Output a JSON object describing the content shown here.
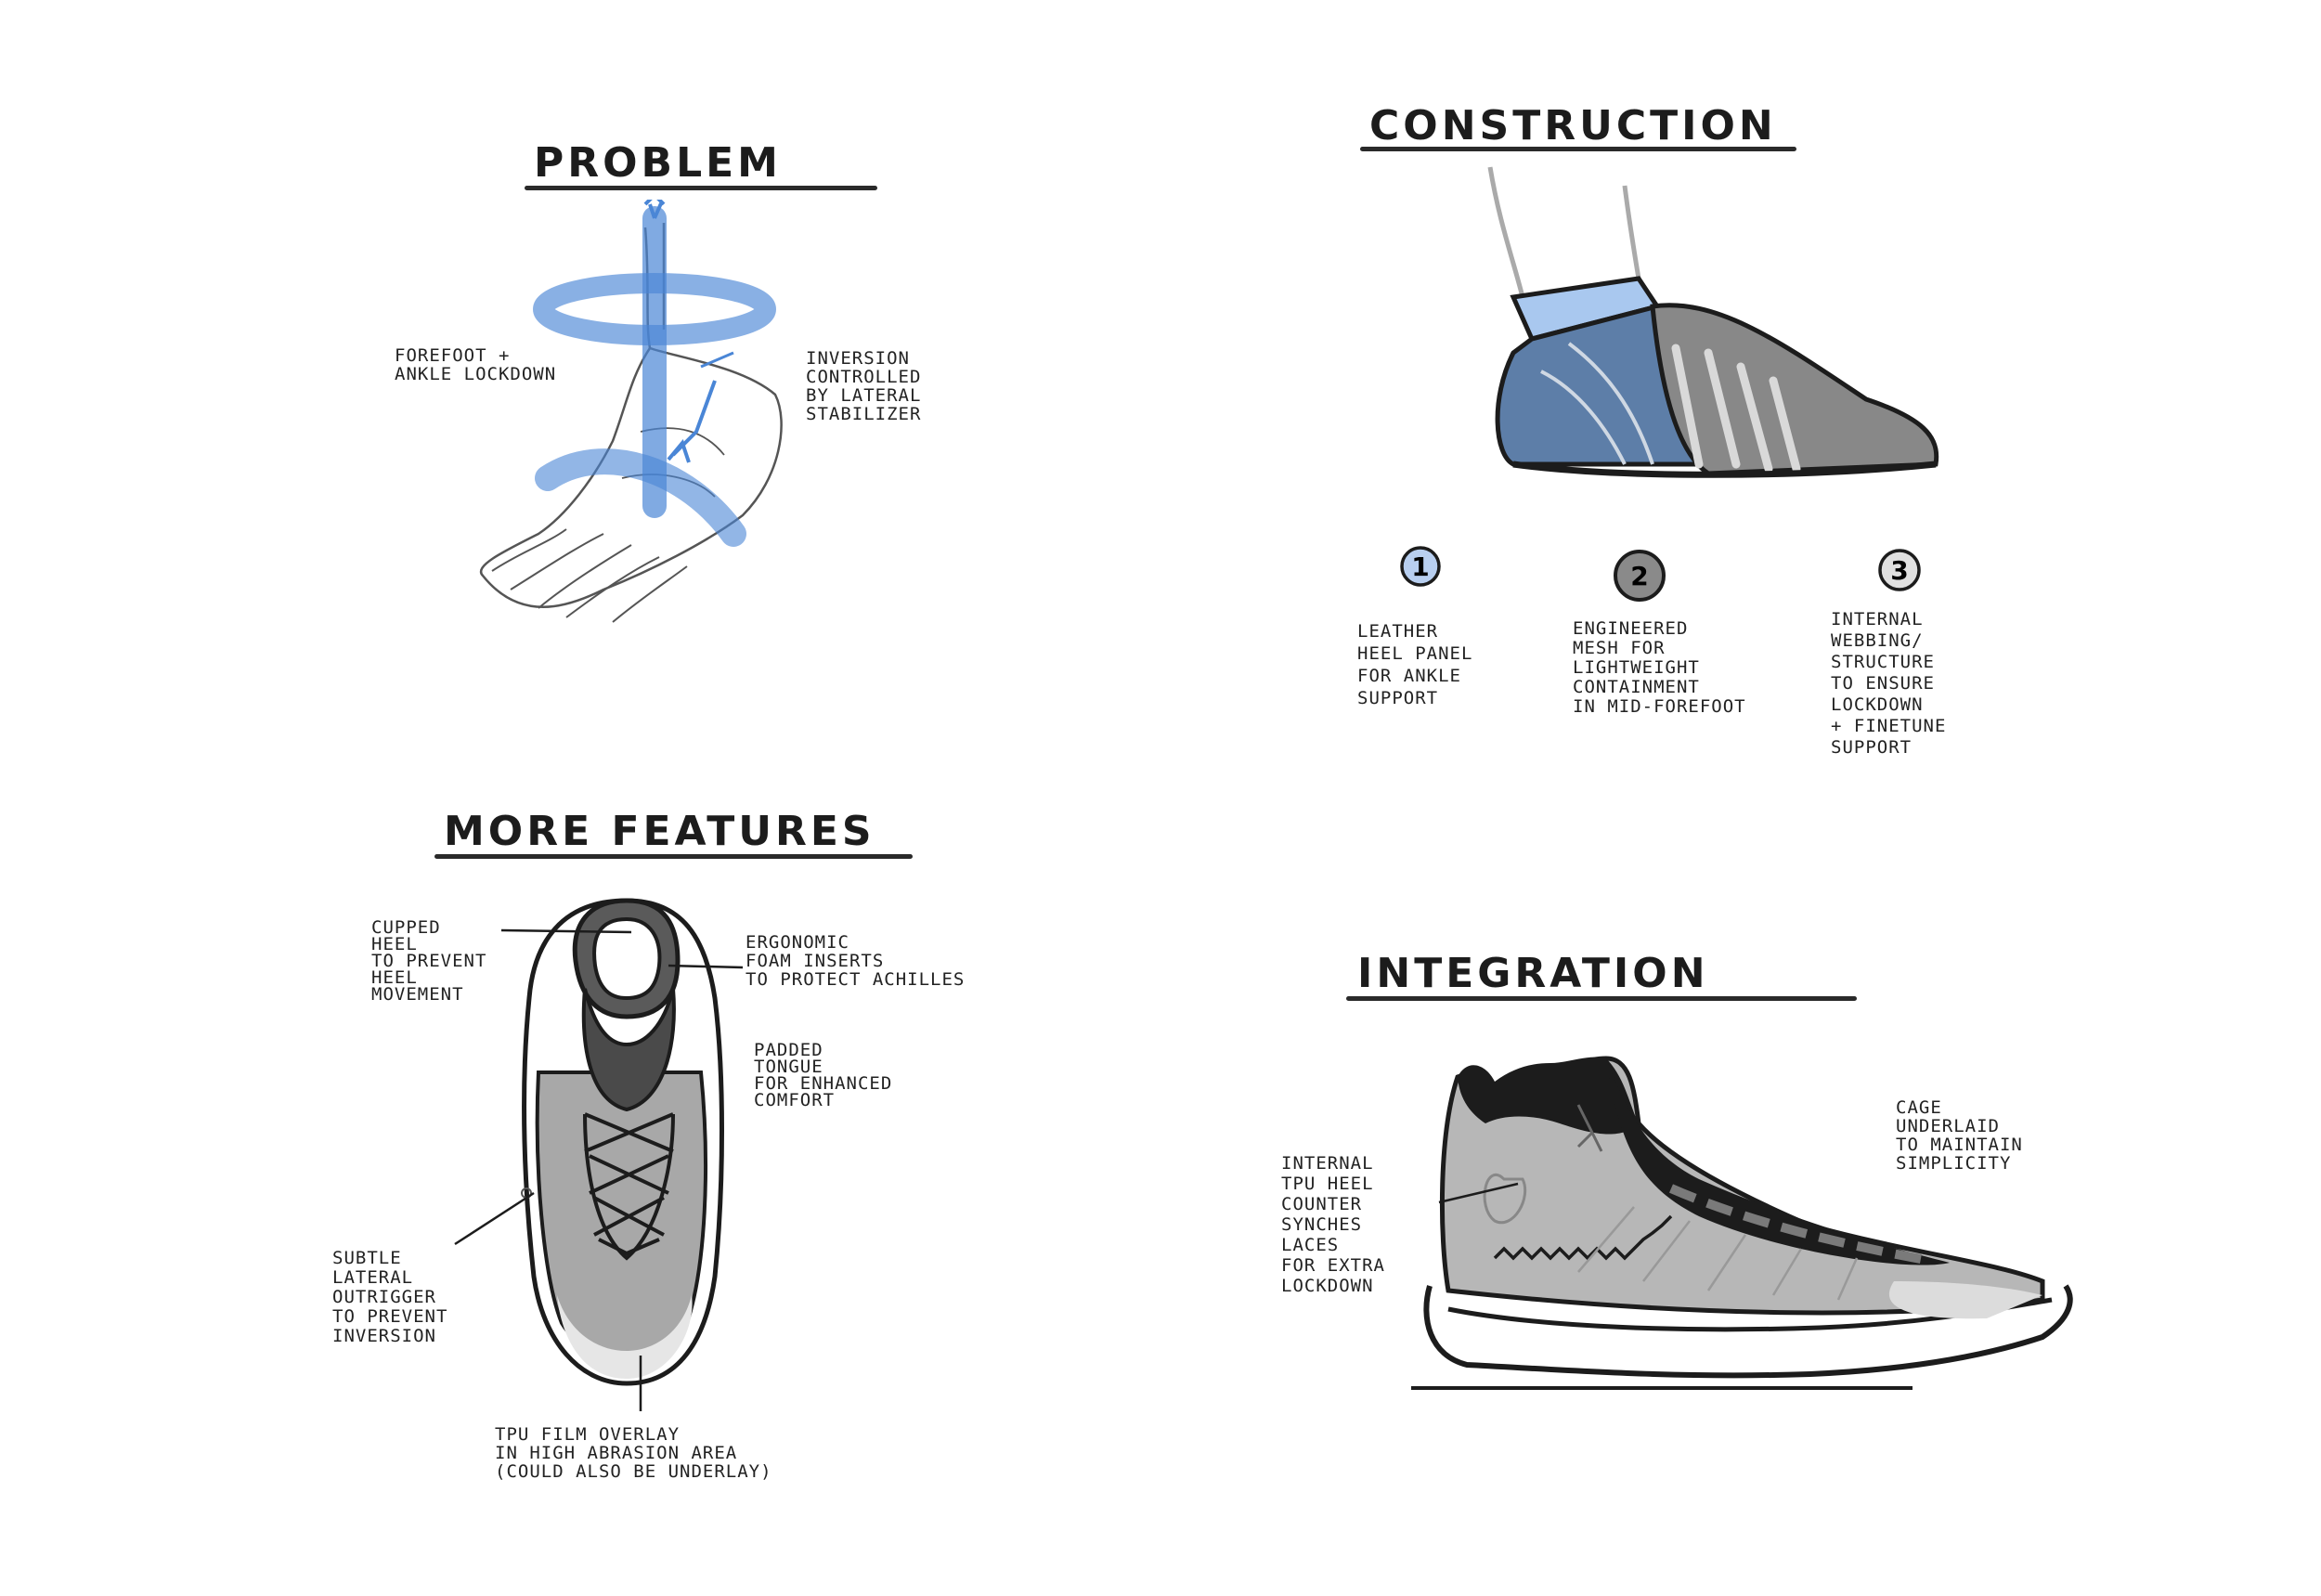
{
  "sections": {
    "problem": {
      "title": "PROBLEM",
      "notes": {
        "forefoot": "FOREFOOT +\nANKLE LOCKDOWN",
        "inversion": "INVERSION\nCONTROLLED\nBY LATERAL\nSTABILIZER"
      }
    },
    "construction": {
      "title": "CONSTRUCTION",
      "steps": [
        {
          "number": "1",
          "text": "LEATHER\nHEEL PANEL\nFOR ANKLE\nSUPPORT"
        },
        {
          "number": "2",
          "text": "ENGINEERED\nMESH FOR\nLIGHTWEIGHT\nCONTAINMENT\nIN MID-FOREFOOT"
        },
        {
          "number": "3",
          "text": "INTERNAL\nWEBBING/\nSTRUCTURE\nTO ENSURE\nLOCKDOWN\n+ FINETUNE\nSUPPORT"
        }
      ]
    },
    "more_features": {
      "title": "MORE FEATURES",
      "notes": {
        "cupped_heel": "CUPPED\nHEEL\nTO PREVENT\nHEEL\nMOVEMENT",
        "ergonomic": "ERGONOMIC\nFOAM INSERTS\nTO PROTECT ACHILLES",
        "tongue": "PADDED\nTONGUE\nFOR ENHANCED\nCOMFORT",
        "outrigger": "SUBTLE\nLATERAL\nOUTRIGGER\nTO PREVENT\nINVERSION",
        "tpu_film": "TPU FILM OVERLAY\nIN HIGH ABRASION AREA\n(COULD ALSO BE UNDERLAY)"
      }
    },
    "integration": {
      "title": "INTEGRATION",
      "notes": {
        "internal_tpu": "INTERNAL\nTPU HEEL\nCOUNTER\nSYNCHES\nLACES\nFOR EXTRA\nLOCKDOWN",
        "cage": "CAGE\nUNDERLAID\nTO MAINTAIN\nSIMPLICITY"
      }
    }
  },
  "colors": {
    "ink": "#1c1c1c",
    "accent_blue": "#4a86d6",
    "mesh_blue": "#5d7ea8",
    "leather_gray": "#7d7d7d",
    "light_gray": "#bfbfbf"
  }
}
